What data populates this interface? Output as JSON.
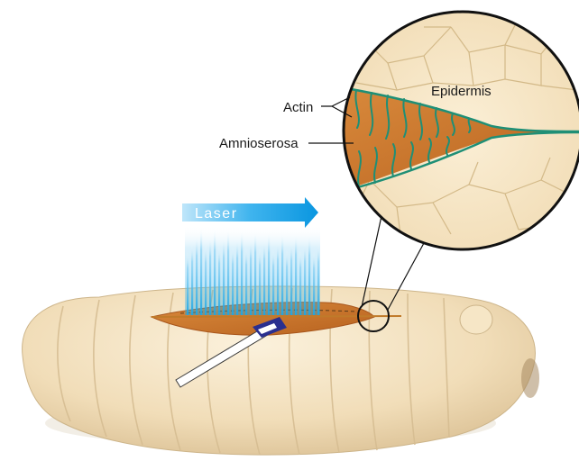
{
  "labels": {
    "epidermis": "Epidermis",
    "actin": "Actin",
    "amnioserosa": "Amnioserosa",
    "laser": "Laser"
  },
  "colors": {
    "embryo_body": "#f3e2c2",
    "embryo_shadow": "#d9c29a",
    "amnioserosa": "#c9772f",
    "actin": "#1f8f76",
    "laser_blue": "#1aa6e6",
    "zoom_background": "#f7e6c4",
    "cell_lines": "#d7bf94"
  }
}
